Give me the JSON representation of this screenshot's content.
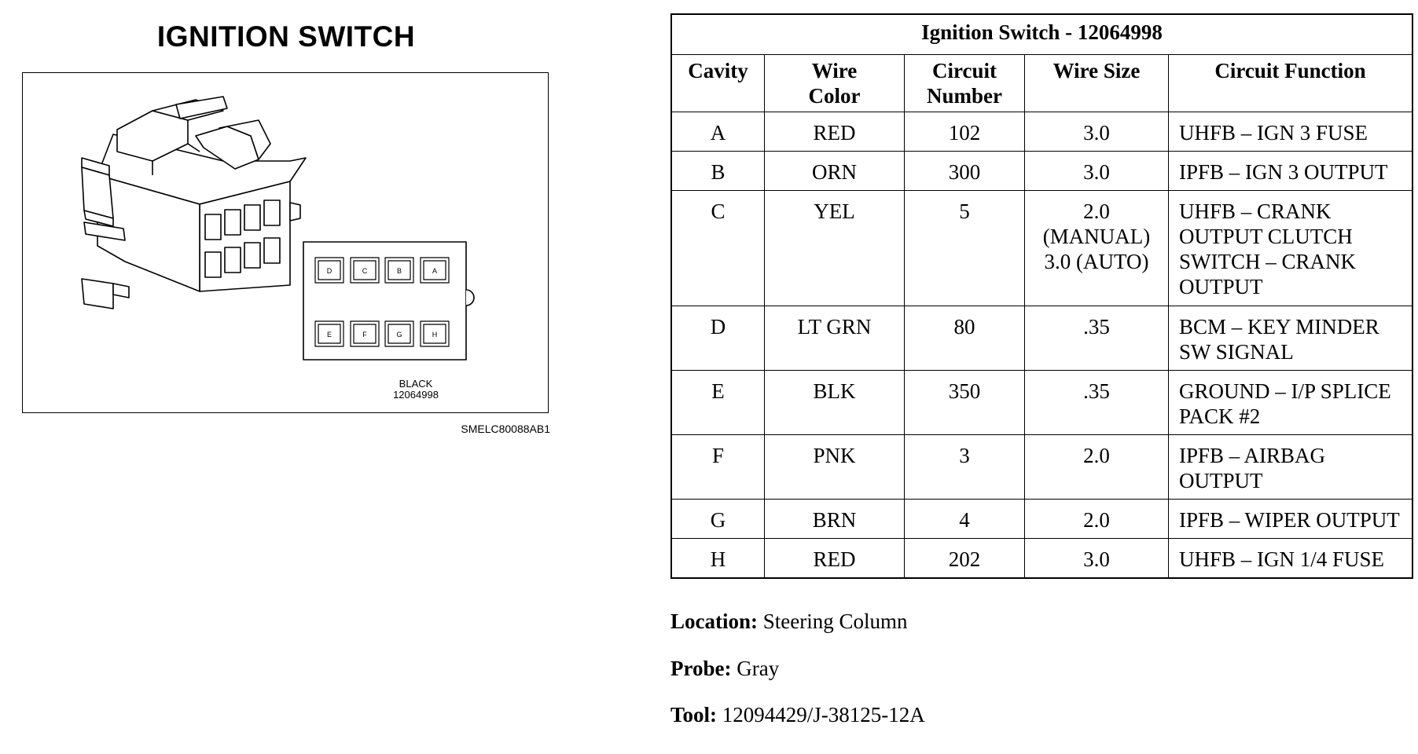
{
  "diagram": {
    "title": "IGNITION SWITCH",
    "connector_color": "BLACK",
    "connector_part": "12064998",
    "figure_code": "SMELC80088AB1",
    "cavity_labels_top": [
      "D",
      "C",
      "B",
      "A"
    ],
    "cavity_labels_bottom": [
      "E",
      "F",
      "G",
      "H"
    ]
  },
  "table": {
    "title": "Ignition Switch - 12064998",
    "headers": {
      "cavity": "Cavity",
      "wire_color_1": "Wire",
      "wire_color_2": "Color",
      "circuit_number_1": "Circuit",
      "circuit_number_2": "Number",
      "wire_size": "Wire Size",
      "circuit_function": "Circuit Function"
    },
    "rows": [
      {
        "cavity": "A",
        "wire_color": "RED",
        "circuit_number": "102",
        "wire_size": [
          "3.0"
        ],
        "circuit_function": [
          "UHFB – IGN 3 FUSE"
        ]
      },
      {
        "cavity": "B",
        "wire_color": "ORN",
        "circuit_number": "300",
        "wire_size": [
          "3.0"
        ],
        "circuit_function": [
          "IPFB – IGN 3 OUTPUT"
        ]
      },
      {
        "cavity": "C",
        "wire_color": "YEL",
        "circuit_number": "5",
        "wire_size": [
          "2.0",
          "(MANUAL)",
          "3.0 (AUTO)"
        ],
        "circuit_function": [
          "UHFB – CRANK",
          "OUTPUT CLUTCH",
          "SWITCH – CRANK",
          "OUTPUT"
        ]
      },
      {
        "cavity": "D",
        "wire_color": "LT GRN",
        "circuit_number": "80",
        "wire_size": [
          ".35"
        ],
        "circuit_function": [
          "BCM – KEY MINDER",
          "SW SIGNAL"
        ]
      },
      {
        "cavity": "E",
        "wire_color": "BLK",
        "circuit_number": "350",
        "wire_size": [
          ".35"
        ],
        "circuit_function": [
          "GROUND – I/P SPLICE",
          "PACK #2"
        ]
      },
      {
        "cavity": "F",
        "wire_color": "PNK",
        "circuit_number": "3",
        "wire_size": [
          "2.0"
        ],
        "circuit_function": [
          "IPFB – AIRBAG",
          "OUTPUT"
        ]
      },
      {
        "cavity": "G",
        "wire_color": "BRN",
        "circuit_number": "4",
        "wire_size": [
          "2.0"
        ],
        "circuit_function": [
          "IPFB – WIPER OUTPUT"
        ]
      },
      {
        "cavity": "H",
        "wire_color": "RED",
        "circuit_number": "202",
        "wire_size": [
          "3.0"
        ],
        "circuit_function": [
          "UHFB – IGN 1/4 FUSE"
        ]
      }
    ]
  },
  "info": {
    "location_label": "Location:",
    "location_value": "Steering Column",
    "probe_label": "Probe:",
    "probe_value": "Gray",
    "tool_label": "Tool:",
    "tool_value": "12094429/J-38125-12A"
  }
}
